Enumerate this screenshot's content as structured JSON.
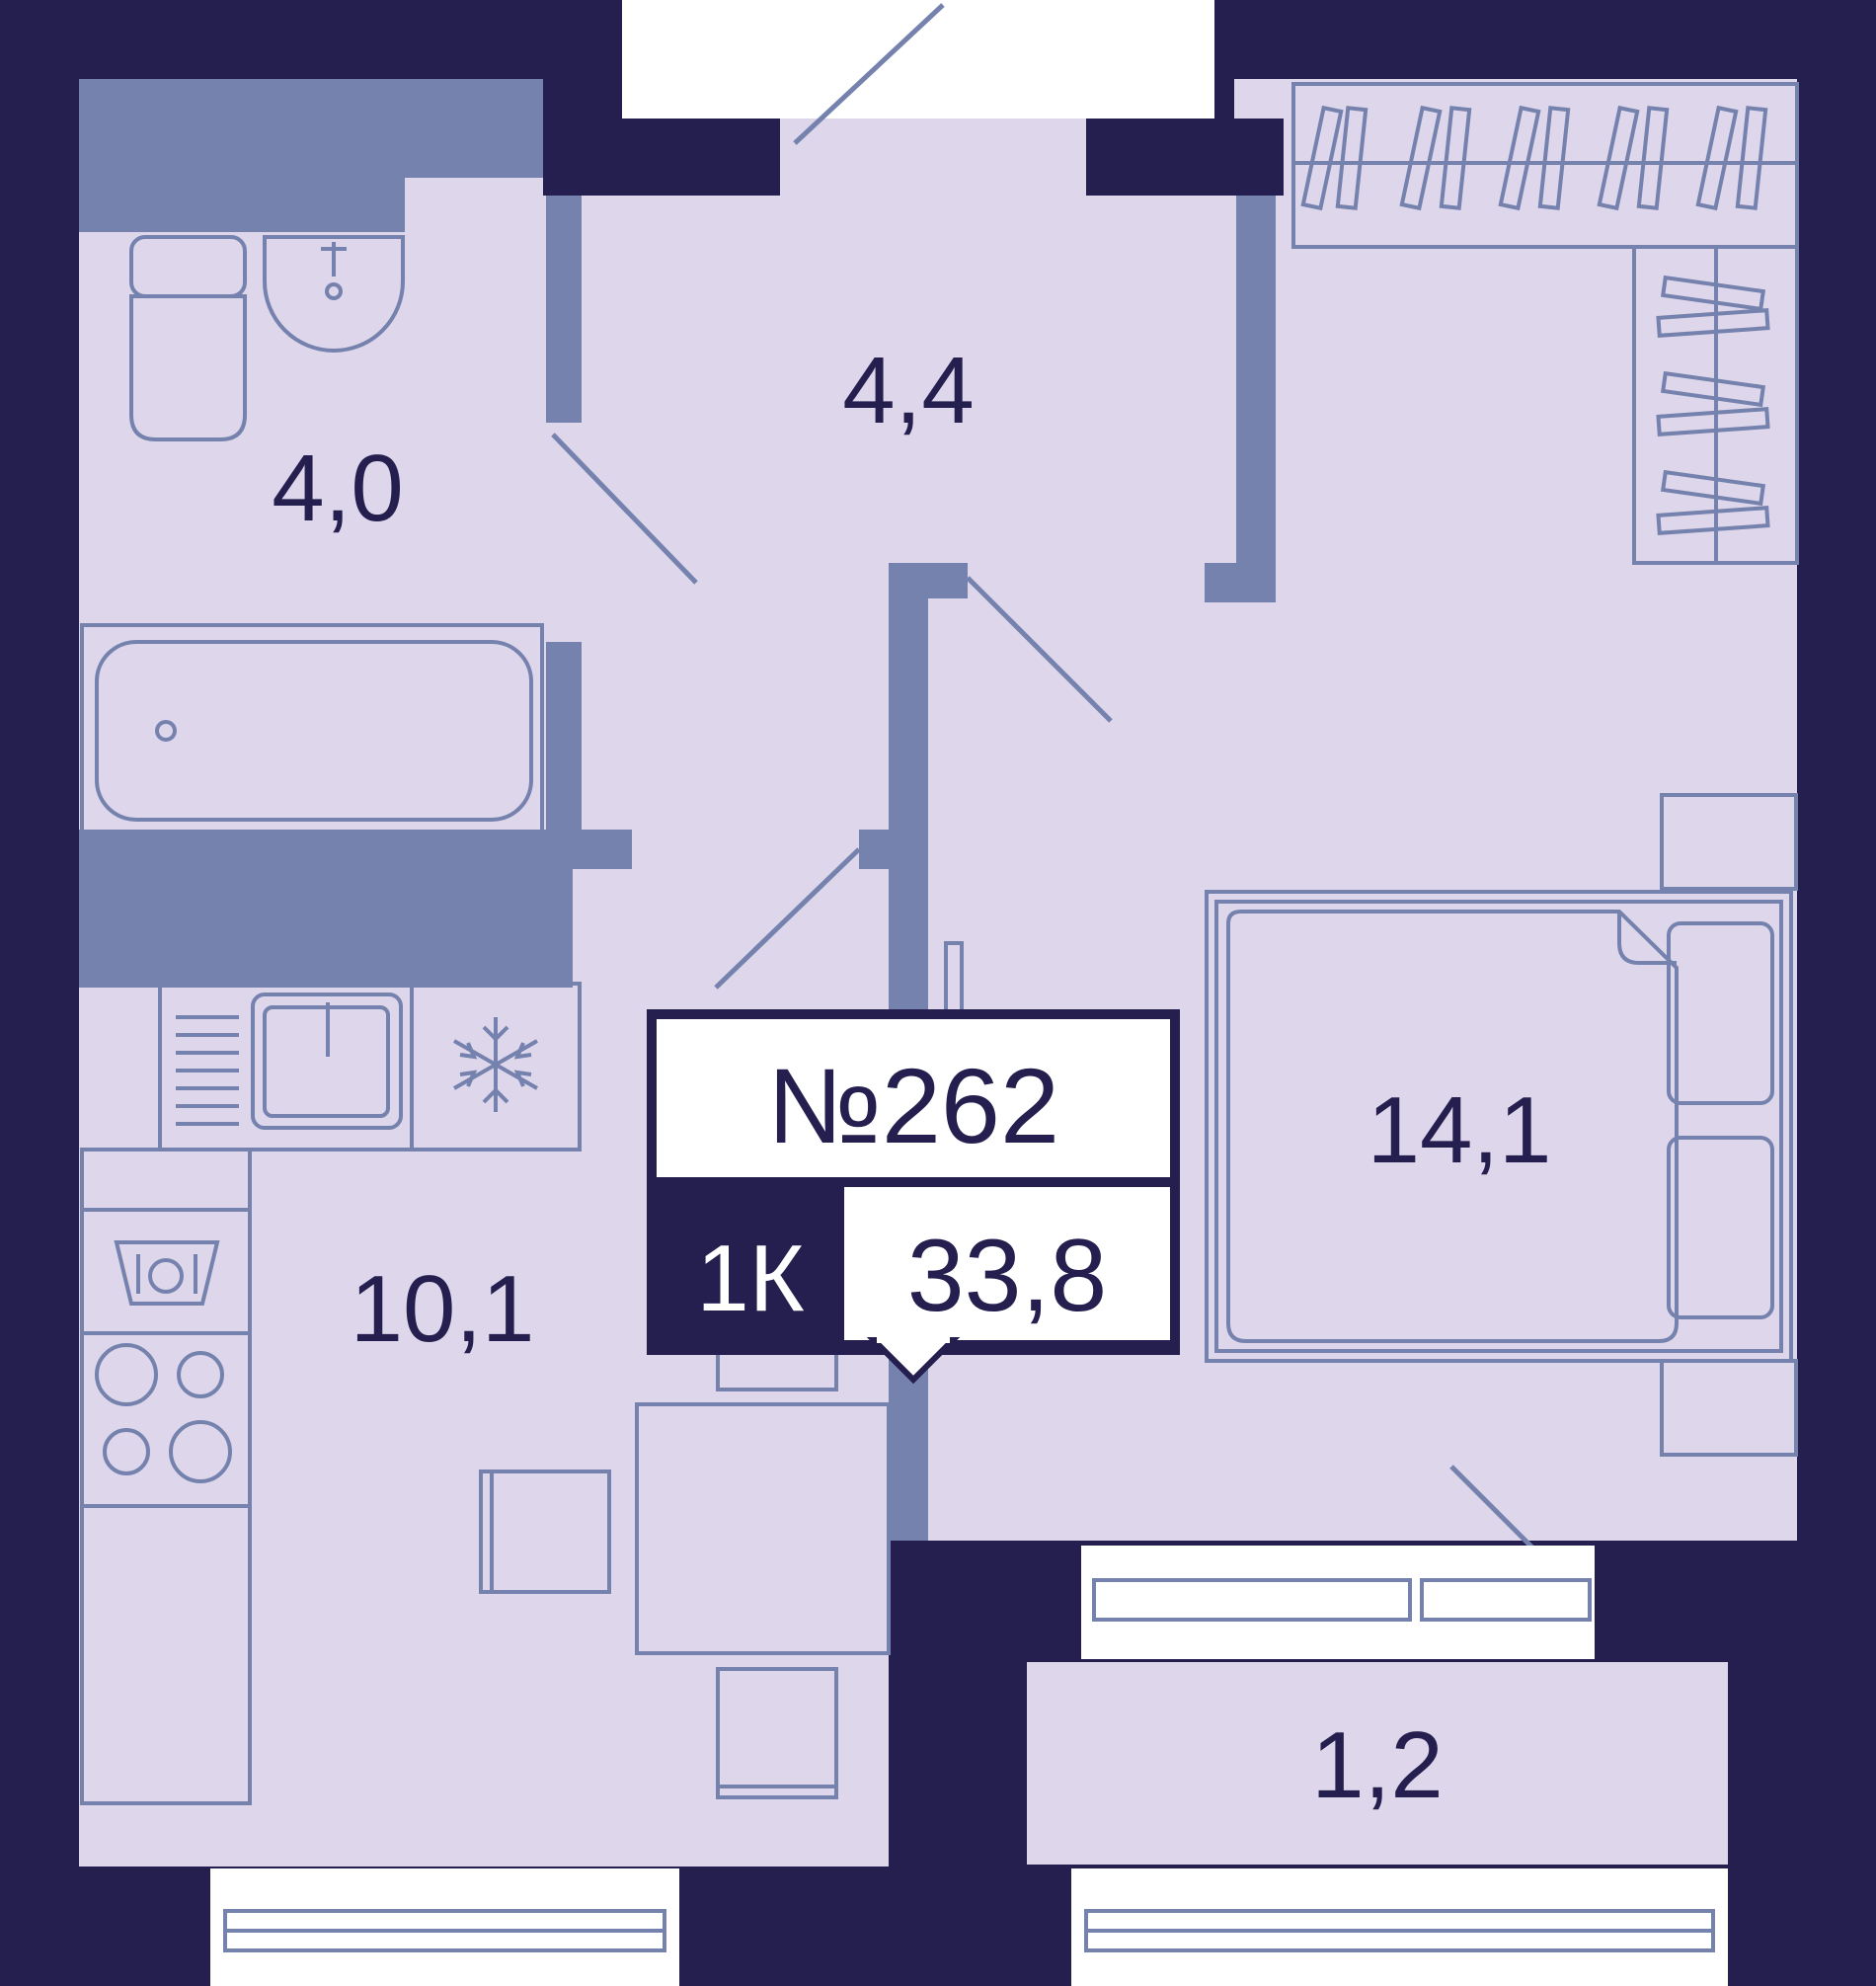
{
  "apartment": {
    "number": "№262",
    "type": "1К",
    "total_area": "33,8"
  },
  "rooms": {
    "bathroom_area": "4,0",
    "hall_area": "4,4",
    "bedroom_area": "14,1",
    "kitchen_area": "10,1",
    "balcony_area": "1,2"
  },
  "colors": {
    "wall": "#241f4e",
    "floor": "#ded6ea",
    "partition": "#7582ae",
    "outline": "#7582ae"
  }
}
